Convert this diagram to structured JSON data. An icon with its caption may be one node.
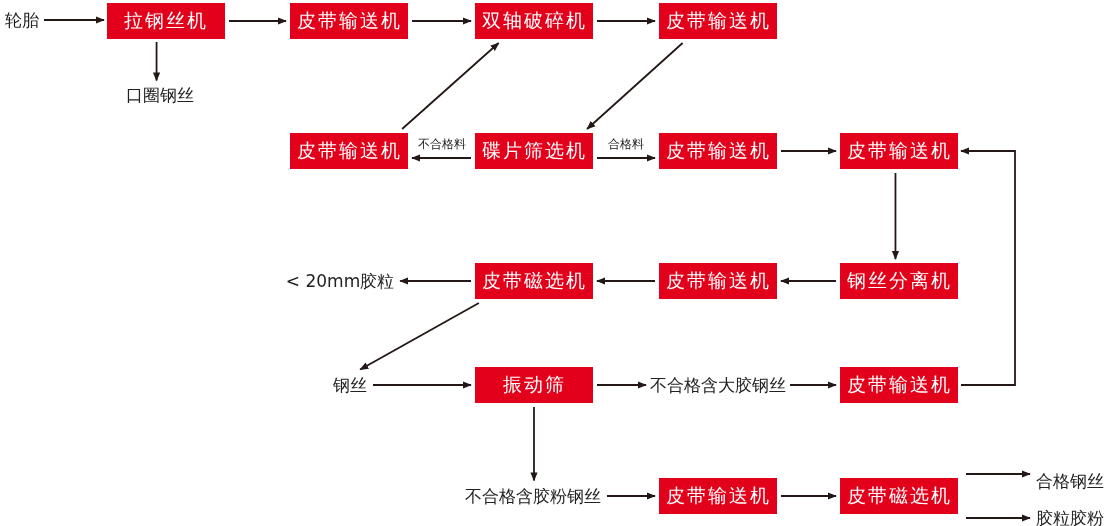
{
  "diagram": {
    "nodes": [
      {
        "text": [
          "轮胎"
        ]
      },
      {
        "text": [
          "拉钢丝机"
        ]
      },
      {
        "text": [
          "口圈钢丝"
        ]
      },
      {
        "text": [
          "皮带输送机"
        ]
      },
      {
        "text": [
          "双轴破碎机"
        ]
      },
      {
        "text": [
          "皮带输送机"
        ]
      },
      {
        "text": [
          "皮带输送机"
        ]
      },
      {
        "text": [
          "碟片筛选机"
        ]
      },
      {
        "text": [
          "皮带输送机"
        ]
      },
      {
        "text": [
          "皮带输送机"
        ]
      },
      {
        "text": [
          "< 20mm胶粒"
        ]
      },
      {
        "text": [
          "皮带磁选机"
        ]
      },
      {
        "text": [
          "皮带输送机"
        ]
      },
      {
        "text": [
          "钢丝分离机"
        ]
      },
      {
        "text": [
          "钢丝"
        ]
      },
      {
        "text": [
          "振动筛"
        ]
      },
      {
        "text": [
          "不合格含大胶钢丝"
        ]
      },
      {
        "text": [
          "皮带输送机"
        ]
      },
      {
        "text": [
          "不合格含胶粉钢丝"
        ]
      },
      {
        "text": [
          "皮带输送机"
        ]
      },
      {
        "text": [
          "皮带磁选机"
        ]
      },
      {
        "text": [
          "合格钢丝"
        ]
      },
      {
        "text": [
          "胶粒胶粉"
        ]
      }
    ],
    "edges": [
      {
        "from": 0,
        "to": 1,
        "arrow": "to"
      },
      {
        "from": 1,
        "to": 2,
        "arrow": "to"
      },
      {
        "from": 1,
        "to": 3,
        "arrow": "to"
      },
      {
        "from": 3,
        "to": 4,
        "arrow": "to"
      },
      {
        "from": 4,
        "to": 5,
        "arrow": "to"
      },
      {
        "from": 5,
        "to": 7,
        "arrow": "to"
      },
      {
        "from": 7,
        "to": 6,
        "arrow": "to",
        "label": "不合格料"
      },
      {
        "from": 6,
        "to": 4,
        "arrow": "to"
      },
      {
        "from": 7,
        "to": 8,
        "arrow": "to",
        "label": "合格料"
      },
      {
        "from": 8,
        "to": 9,
        "arrow": "to"
      },
      {
        "from": 9,
        "to": 13,
        "arrow": "to"
      },
      {
        "from": 13,
        "to": 12,
        "arrow": "to"
      },
      {
        "from": 12,
        "to": 11,
        "arrow": "to"
      },
      {
        "from": 11,
        "to": 10,
        "arrow": "to"
      },
      {
        "from": 11,
        "to": 14,
        "arrow": "to"
      },
      {
        "from": 14,
        "to": 15,
        "arrow": "to"
      },
      {
        "from": 15,
        "to": 16,
        "arrow": "to"
      },
      {
        "from": 16,
        "to": 17,
        "arrow": "to"
      },
      {
        "from": 17,
        "to": 9,
        "arrow": "to"
      },
      {
        "from": 15,
        "to": 18,
        "arrow": "to"
      },
      {
        "from": 18,
        "to": 19,
        "arrow": "to"
      },
      {
        "from": 19,
        "to": 20,
        "arrow": "to"
      },
      {
        "from": 20,
        "to": 21,
        "arrow": "to"
      },
      {
        "from": 20,
        "to": 22,
        "arrow": "to"
      }
    ]
  }
}
